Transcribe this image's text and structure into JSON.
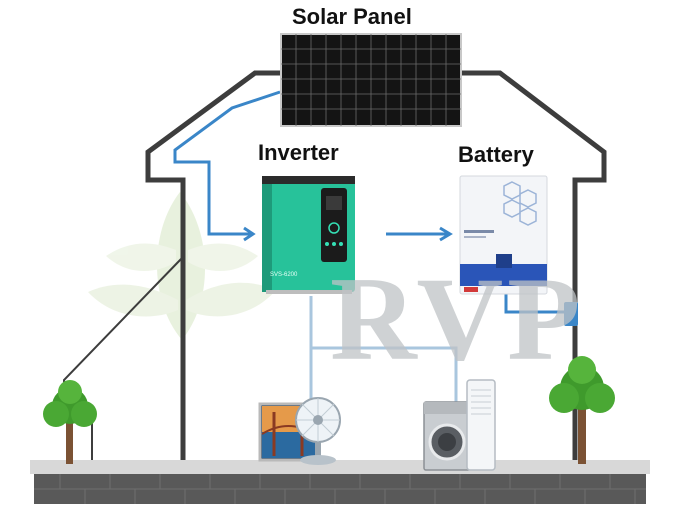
{
  "labels": {
    "solar_panel": "Solar Panel",
    "inverter": "Inverter",
    "battery": "Battery"
  },
  "watermark": "RVP",
  "inverter_model": "SVS-6200",
  "colors": {
    "house_outline": "#3d3d3d",
    "wiring": "#3a86c8",
    "inverter_body": "#27c29a",
    "inverter_panel": "#1b1b1b",
    "battery_body": "#f3f5f8",
    "battery_accent": "#2a55b8",
    "ground_brick": "#595959",
    "tree_leaf": "#3f9a2c",
    "watermark_leaf": "#d7e6c4"
  },
  "icons": [
    "solar-panel-icon",
    "inverter-icon",
    "battery-icon",
    "tv-icon",
    "fan-icon",
    "washing-machine-icon",
    "air-conditioner-icon",
    "tree-icon",
    "leaf-watermark-icon",
    "flow-arrow-icon"
  ]
}
